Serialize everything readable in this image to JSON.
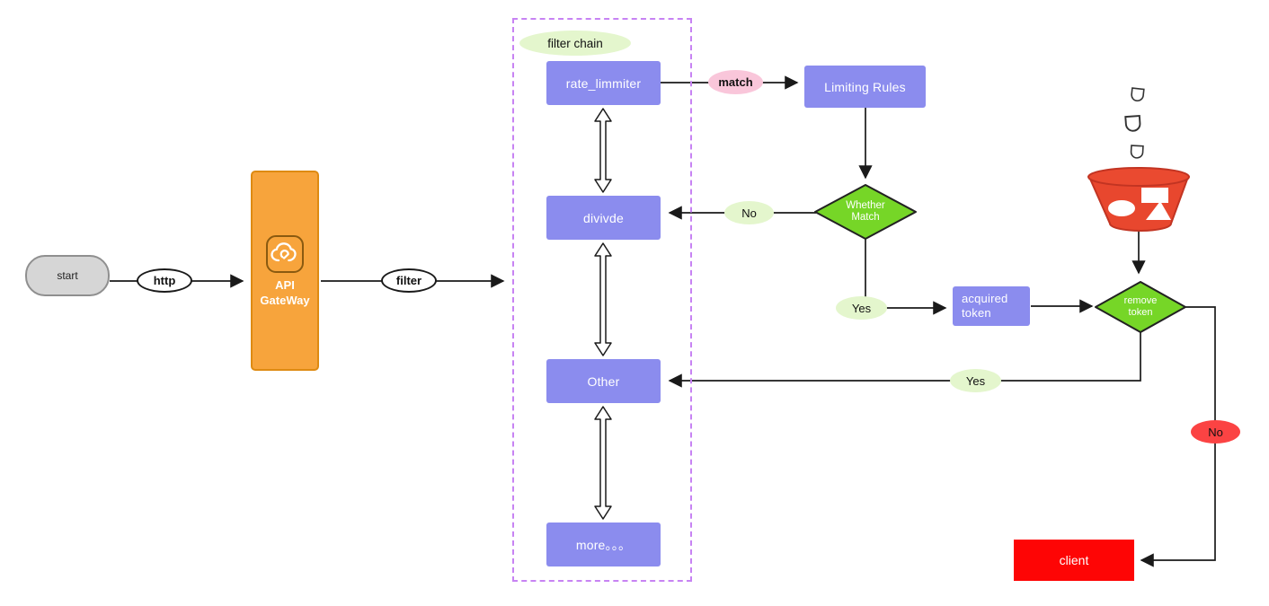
{
  "diagram": {
    "start_label": "start",
    "http_label": "http",
    "gateway_label": "API GateWay",
    "filter_label": "filter",
    "chain_title": "filter chain",
    "chain_boxes": [
      "rate_limmiter",
      "divivde",
      "Other",
      "more。。。"
    ],
    "match_label": "match",
    "limiting_rules_label": "Limiting Rules",
    "whether_match_label": "Whether Match",
    "no1_label": "No",
    "yes1_label": "Yes",
    "acquired_token_label": "acquired token",
    "remove_token_label": "remove token",
    "yes2_label": "Yes",
    "no2_label": "No",
    "client_label": "client"
  },
  "colors": {
    "process_purple": "#8b8cee",
    "gateway_orange": "#f7a43c",
    "diamond_green": "#76d627",
    "pill_green": "#e4f6cd",
    "match_pink": "#f9c6da",
    "client_red": "#fe0505",
    "no_red": "#fb4343",
    "group_dashed_purple": "#c783f3",
    "start_gray": "#d6d6d6",
    "bucket_red": "#e8472e"
  }
}
